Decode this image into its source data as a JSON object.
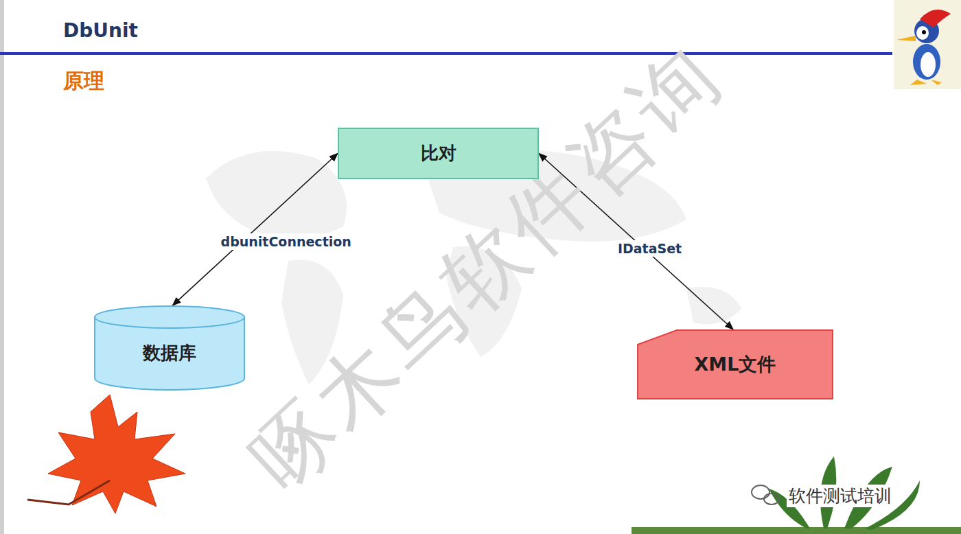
{
  "diagram": {
    "title": "DbUnit",
    "nodes": [
      {
        "text": [
          "比对"
        ]
      },
      {
        "text": [
          "数据库"
        ]
      },
      {
        "text": [
          "XML文件"
        ]
      }
    ],
    "edges": [
      {
        "from": 1,
        "to": 0,
        "label": "dbunitConnection",
        "arrow": "both"
      },
      {
        "from": 0,
        "to": 2,
        "label": "IDataSet",
        "arrow": "both"
      }
    ],
    "labels": [
      "原理",
      "啄木鸟软件咨询",
      "软件测试培训"
    ]
  }
}
